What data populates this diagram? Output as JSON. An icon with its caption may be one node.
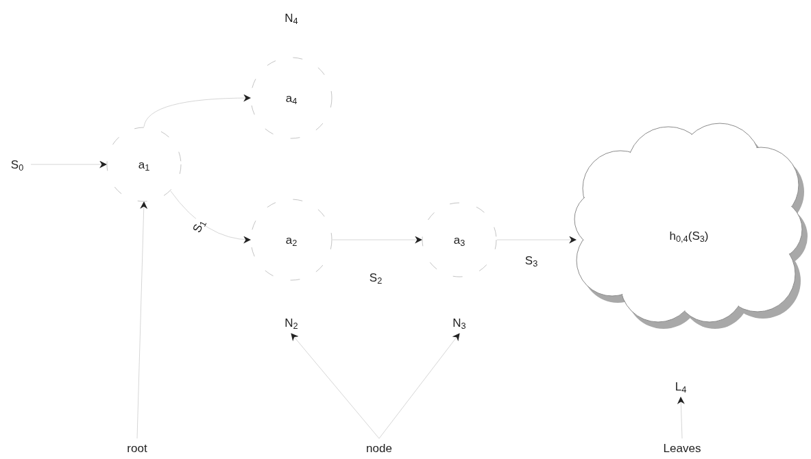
{
  "diagram": {
    "nodes": [
      {
        "text": [
          "S$_{0}$"
        ]
      },
      {
        "text": [
          "a$_{1}$"
        ]
      },
      {
        "text": [
          "N$_{4}$"
        ]
      },
      {
        "text": [
          "a$_{4}$"
        ]
      },
      {
        "text": [
          "a$_{2}$"
        ]
      },
      {
        "text": [
          "a$_{3}$"
        ]
      },
      {
        "text": [
          "h$_{0,4}$(S$_{3}$)"
        ]
      },
      {
        "text": [
          "N$_{2}$"
        ]
      },
      {
        "text": [
          "N$_{3}$"
        ]
      },
      {
        "text": [
          "L$_{4}$"
        ]
      },
      {
        "text": [
          "root"
        ]
      },
      {
        "text": [
          "node"
        ]
      },
      {
        "text": [
          "Leaves"
        ]
      }
    ],
    "edges": [
      {
        "from": 0,
        "to": 1,
        "arrow": "to"
      },
      {
        "from": 1,
        "to": 3,
        "arrow": "to"
      },
      {
        "from": 1,
        "to": 4,
        "arrow": "to",
        "label": "S$_{1}$"
      },
      {
        "from": 4,
        "to": 5,
        "arrow": "to",
        "label": "S$_{2}$"
      },
      {
        "from": 5,
        "to": 6,
        "arrow": "to",
        "label": "S$_{3}$"
      },
      {
        "from": 10,
        "to": 1,
        "arrow": "to"
      },
      {
        "from": 11,
        "to": 7,
        "arrow": "to"
      },
      {
        "from": 11,
        "to": 8,
        "arrow": "to"
      },
      {
        "from": 12,
        "to": 9,
        "arrow": "to"
      }
    ]
  }
}
